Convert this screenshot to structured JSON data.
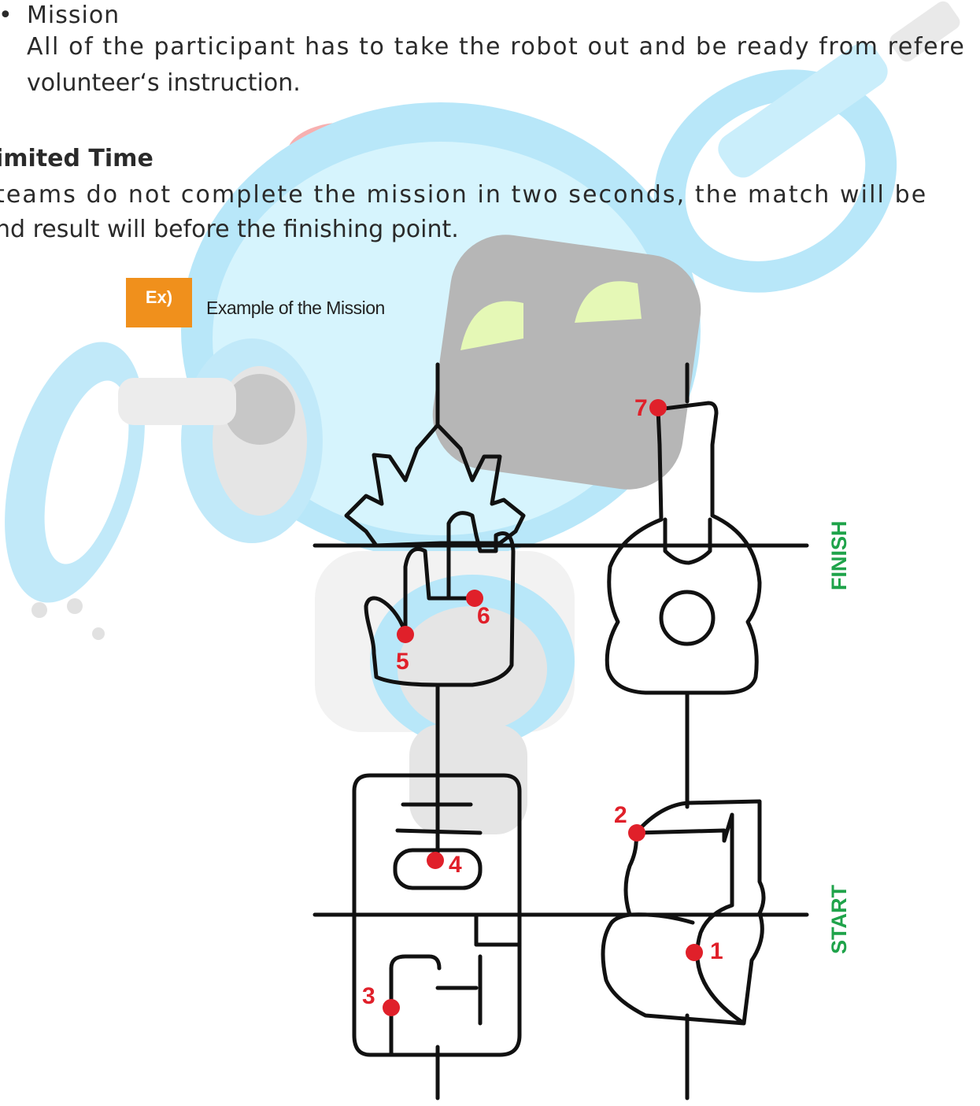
{
  "mission": {
    "bullet": "•",
    "title": "Mission",
    "body_line1": "All of the participant has to take the robot out and be ready from refere",
    "body_line2": "volunteer‘s instruction."
  },
  "limited_time": {
    "heading": "imited Time",
    "body_line1": " teams do not complete the mission in two seconds, the match will be",
    "body_line2": "nd result will before the finishing point."
  },
  "example": {
    "badge": "Ex)",
    "caption": "Example of the Mission"
  },
  "map": {
    "finish_label": "FINISH",
    "start_label": "START",
    "points": [
      "1",
      "2",
      "3",
      "4",
      "5",
      "6",
      "7"
    ],
    "line_color": "#111111",
    "point_color": "#e0202a",
    "label_color": "#1fa34a"
  },
  "background": {
    "robot_colors": [
      "#5fc8f0",
      "#9fe0f8",
      "#e05050",
      "#c8f07a"
    ]
  }
}
